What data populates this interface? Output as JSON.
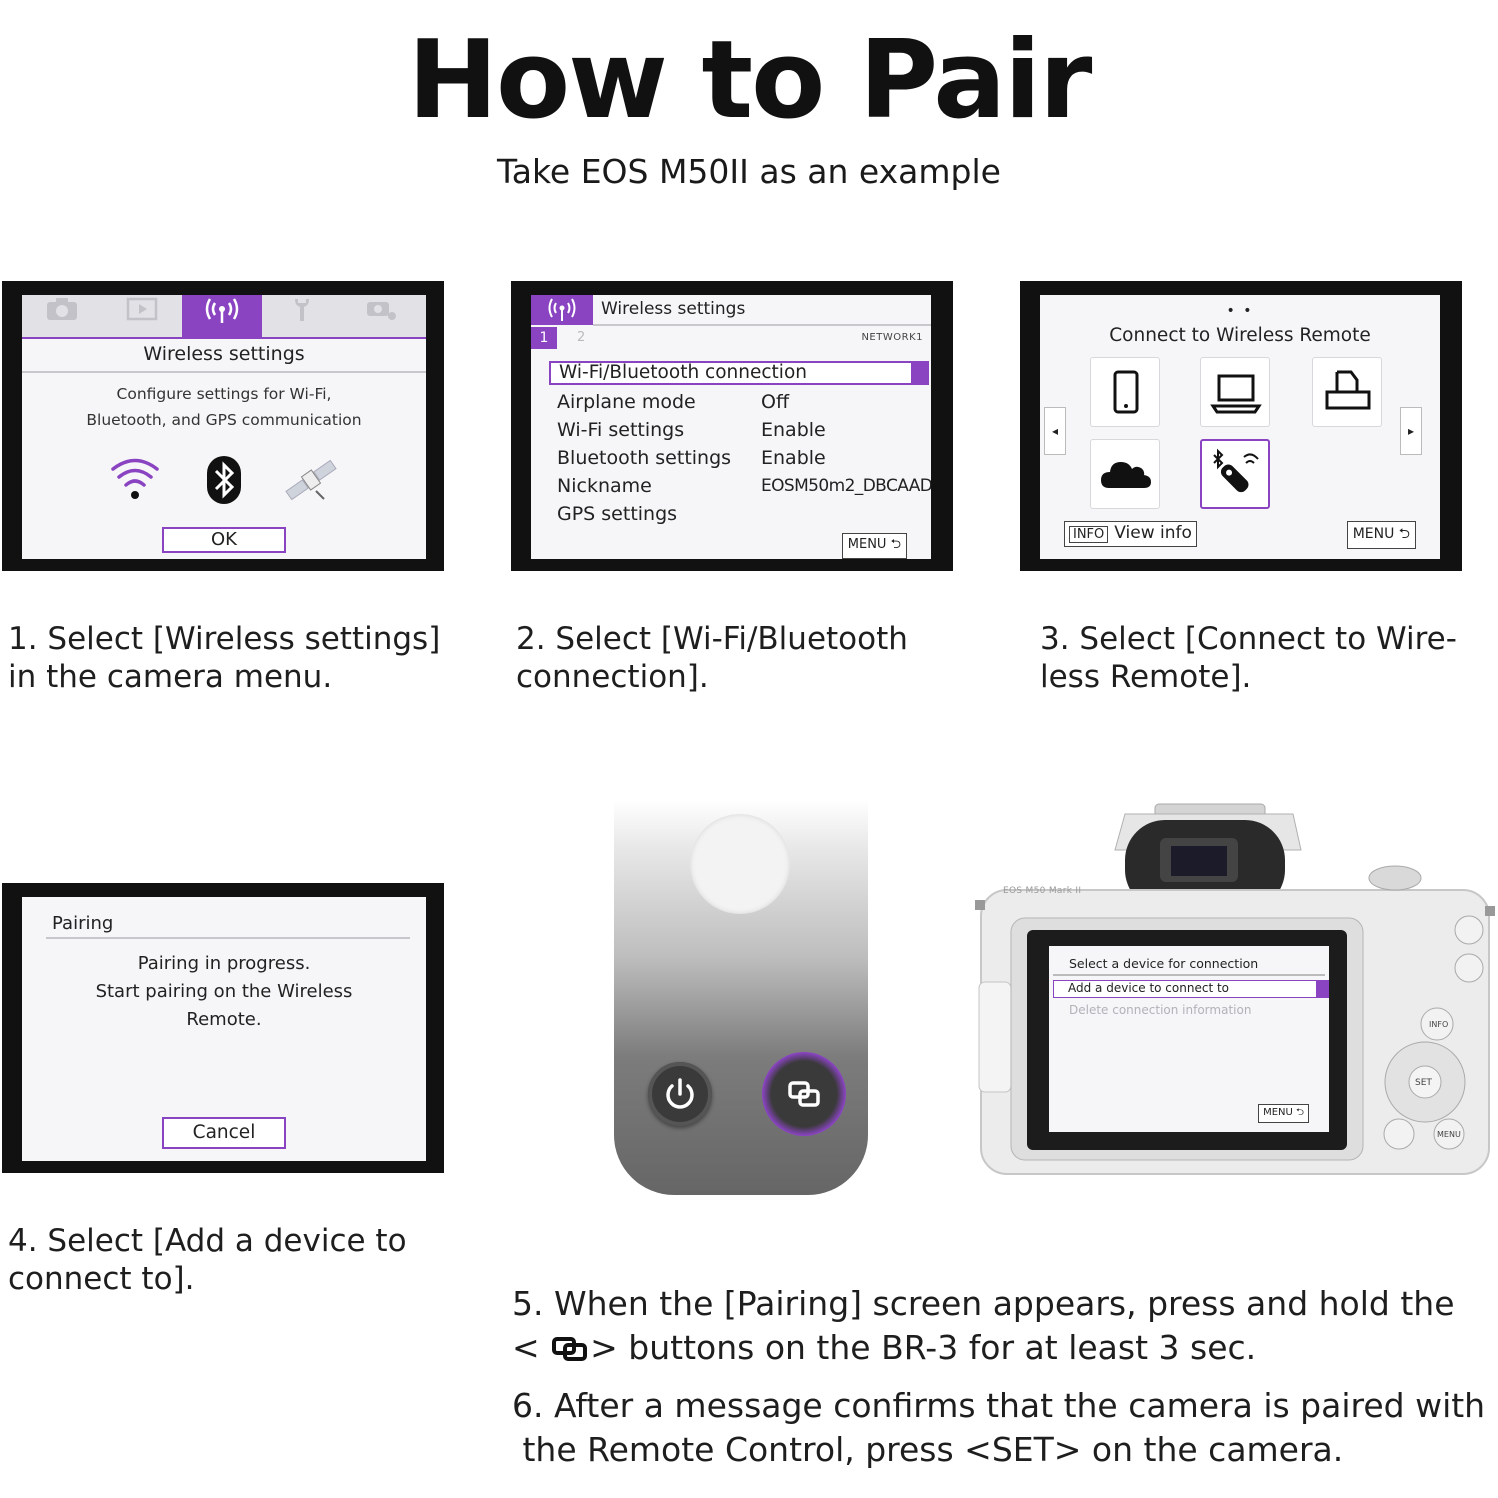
{
  "header": {
    "title": "How to Pair",
    "subtitle": "Take EOS M50II as an example"
  },
  "screen1": {
    "title": "Wireless settings",
    "desc_line1": "Configure settings for Wi-Fi,",
    "desc_line2": "Bluetooth, and GPS communication",
    "ok": "OK"
  },
  "screen2": {
    "header": "Wireless settings",
    "tab1": "1",
    "tab2": "2",
    "network": "NETWORK1",
    "selected": "Wi-Fi/Bluetooth connection",
    "rows": [
      {
        "label": "Airplane mode",
        "value": "Off"
      },
      {
        "label": "Wi-Fi settings",
        "value": "Enable"
      },
      {
        "label": "Bluetooth settings",
        "value": "Enable"
      },
      {
        "label": "Nickname",
        "value": "EOSM50m2_DBCAAD"
      },
      {
        "label": "GPS settings",
        "value": ""
      }
    ],
    "menu": "MENU ⮌"
  },
  "screen3": {
    "dots": "• •",
    "title": "Connect to Wireless Remote",
    "info_key": "INFO",
    "info_label": "View info",
    "menu": "MENU ⮌",
    "left_arrow": "◂",
    "right_arrow": "▸"
  },
  "screen4": {
    "title": "Pairing",
    "line1": "Pairing in progress.",
    "line2": "Start pairing on the Wireless",
    "line3": "Remote.",
    "cancel": "Cancel"
  },
  "camera_lcd": {
    "title": "Select a device for connection",
    "selected": "Add a device to connect to",
    "item2": "Delete connection information",
    "menu": "MENU ⮌",
    "brand": "EOS M50 Mark II",
    "info": "INFO",
    "menu_btn": "MENU",
    "set": "SET"
  },
  "steps": {
    "s1": "1. Select [Wireless settings]\nin the camera menu.",
    "s2": "2. Select [Wi-Fi/Bluetooth\nconnection].",
    "s3": "3. Select [Connect to Wire-\nless Remote].",
    "s4": "4. Select [Add a device to\nconnect to].",
    "s5a": "5. When the [Pairing] screen appears, press and hold the",
    "s5b_lt": "<",
    "s5b_rest": "> buttons on the BR-3 for at least 3 sec.",
    "s6a": "6. After a message confirms that the camera is paired with",
    "s6b": " the Remote Control, press <SET> on the camera."
  },
  "colors": {
    "accent": "#8a44c2"
  }
}
